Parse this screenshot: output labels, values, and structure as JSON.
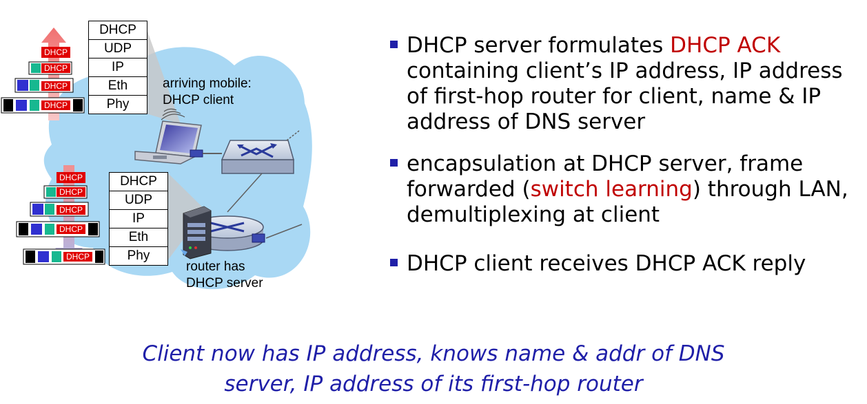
{
  "diagram": {
    "client_stack": [
      "DHCP",
      "UDP",
      "IP",
      "Eth",
      "Phy"
    ],
    "server_stack": [
      "DHCP",
      "UDP",
      "IP",
      "Eth",
      "Phy"
    ],
    "packet_label": "DHCP",
    "client_label_line1": "arriving mobile:",
    "client_label_line2": "DHCP client",
    "router_label_line1": "router has",
    "router_label_line2": "DHCP server"
  },
  "bullets": [
    {
      "parts": [
        {
          "text": "DHCP server formulates ",
          "color": "black"
        },
        {
          "text": "DHCP ACK",
          "color": "red"
        },
        {
          "text": " containing client’s IP address, IP address of first-hop router for client, name & IP address of DNS server",
          "color": "black"
        }
      ]
    },
    {
      "parts": [
        {
          "text": "encapsulation at DHCP server, frame forwarded (",
          "color": "black"
        },
        {
          "text": "switch learning",
          "color": "red"
        },
        {
          "text": ") through LAN, demultiplexing at client",
          "color": "black"
        }
      ]
    },
    {
      "parts": [
        {
          "text": "DHCP client receives DHCP ACK reply",
          "color": "black"
        }
      ]
    }
  ],
  "conclusion_line1": "Client now has IP address, knows name & addr of DNS",
  "conclusion_line2": "server, IP address of its first-hop router",
  "colors": {
    "accent_blue": "#1f1fa8",
    "highlight_red": "#c00000",
    "cloud": "#a9d8f4",
    "packet_red": "#e00000",
    "udp_teal": "#17b890",
    "ip_blue": "#3030d0"
  }
}
